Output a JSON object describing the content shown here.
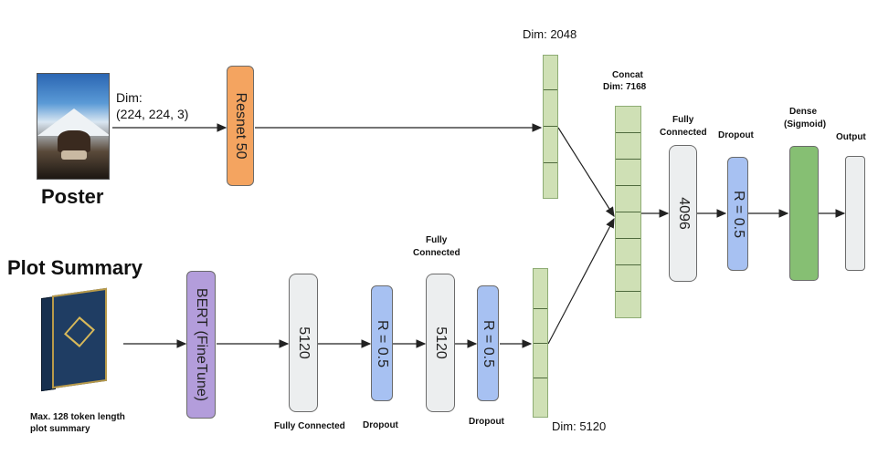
{
  "poster": {
    "title": "Poster",
    "input_dim_label": "Dim:",
    "input_dim_value": "(224, 224, 3)"
  },
  "plot": {
    "title": "Plot Summary",
    "caption_line1": "Max. 128 token length",
    "caption_line2": "plot summary"
  },
  "blocks": {
    "resnet": "Resnet 50",
    "bert": "BERT (FineTune)",
    "fc1": "5120",
    "drop1": "R = 0.5",
    "fc2": "5120",
    "drop2": "R = 0.5",
    "fc_main": "4096",
    "drop_main": "R = 0.5"
  },
  "labels": {
    "dim_image": "Dim: 2048",
    "dim_text": "Dim: 5120",
    "concat_line1": "Concat",
    "concat_line2": "Dim: 7168",
    "fc_main_line1": "Fully",
    "fc_main_line2": "Connected",
    "dropout_main": "Dropout",
    "dense_line1": "Dense",
    "dense_line2": "(Sigmoid)",
    "output": "Output",
    "fc1_below": "Fully Connected",
    "drop1_below": "Dropout",
    "fc2_above_line1": "Fully",
    "fc2_above_line2": "Connected",
    "drop2_below": "Dropout"
  },
  "colors": {
    "resnet": "#f4a460",
    "bert": "#b39ddb",
    "fc": "#eceeef",
    "dropout": "#a7c1f2",
    "vector": "#cfe0b5",
    "dense": "#86bf73"
  }
}
